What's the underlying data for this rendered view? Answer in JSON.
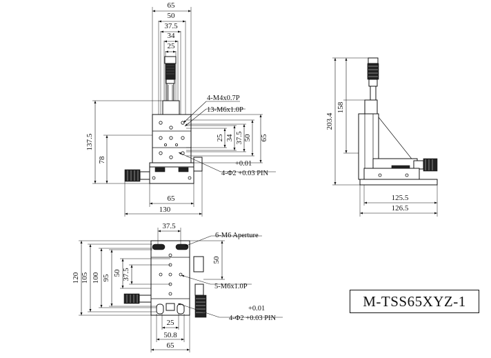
{
  "model": "M-TSS65XYZ-1",
  "front_view": {
    "top_dims": [
      "65",
      "50",
      "37.5",
      "34",
      "25"
    ],
    "right_dims": [
      "25",
      "34",
      "37.5",
      "50",
      "65"
    ],
    "left_dims": [
      "137.5",
      "78"
    ],
    "bottom_dims": [
      "65",
      "130"
    ],
    "callouts": {
      "m4": "4-M4x0.7P",
      "m6": "13-M6x1.0P",
      "pin_tol": "+0.01",
      "pin": "4-Φ2 +0.03 PIN"
    }
  },
  "side_view": {
    "left_dims": [
      "203.4",
      "158"
    ],
    "bottom_dims": [
      "125.5",
      "126.5"
    ]
  },
  "top_view": {
    "top_dims": [
      "37.5"
    ],
    "left_dims": [
      "120",
      "105",
      "100",
      "95",
      "50",
      "37.5"
    ],
    "right_dims": [
      "50"
    ],
    "bottom_dims": [
      "25",
      "50.8",
      "65"
    ],
    "callouts": {
      "aperture": "6-M6 Aperture",
      "m6": "5-M6x1.0P",
      "pin_tol": "+0.01",
      "pin": "4-Φ2 +0.03 PIN"
    }
  }
}
